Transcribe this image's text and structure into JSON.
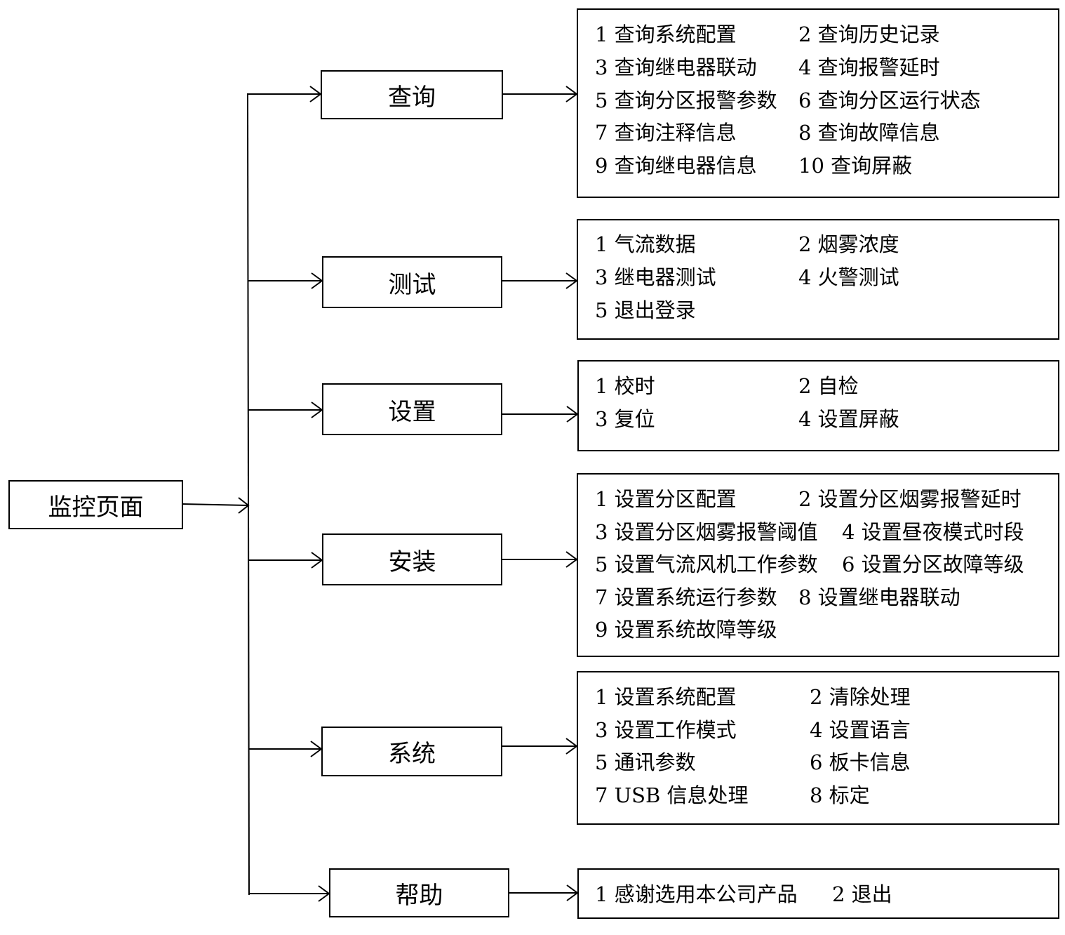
{
  "root": {
    "label": "监控页面"
  },
  "branches": [
    {
      "label": "查询",
      "items": [
        "1 查询系统配置",
        "2 查询历史记录",
        "3 查询继电器联动",
        "4 查询报警延时",
        "5 查询分区报警参数",
        "6 查询分区运行状态",
        "7 查询注释信息",
        "8 查询故障信息",
        "9 查询继电器信息",
        "10 查询屏蔽"
      ]
    },
    {
      "label": "测试",
      "items": [
        "1 气流数据",
        "2 烟雾浓度",
        "3 继电器测试",
        "4 火警测试",
        "5 退出登录"
      ]
    },
    {
      "label": "设置",
      "items": [
        "1 校时",
        "2 自检",
        "3 复位",
        "4 设置屏蔽"
      ]
    },
    {
      "label": "安装",
      "items": [
        "1 设置分区配置",
        "2 设置分区烟雾报警延时",
        "3 设置分区烟雾报警阈值",
        "4 设置昼夜模式时段",
        "5 设置气流风机工作参数",
        "6 设置分区故障等级",
        "7 设置系统运行参数",
        "8 设置继电器联动",
        "9 设置系统故障等级"
      ]
    },
    {
      "label": "系统",
      "items": [
        "1 设置系统配置",
        "2 清除处理",
        "3 设置工作模式",
        "4 设置语言",
        "5 通讯参数",
        "6 板卡信息",
        "7 USB 信息处理",
        "8 标定"
      ]
    },
    {
      "label": "帮助",
      "items": [
        "1 感谢选用本公司产品",
        "2 退出"
      ]
    }
  ]
}
